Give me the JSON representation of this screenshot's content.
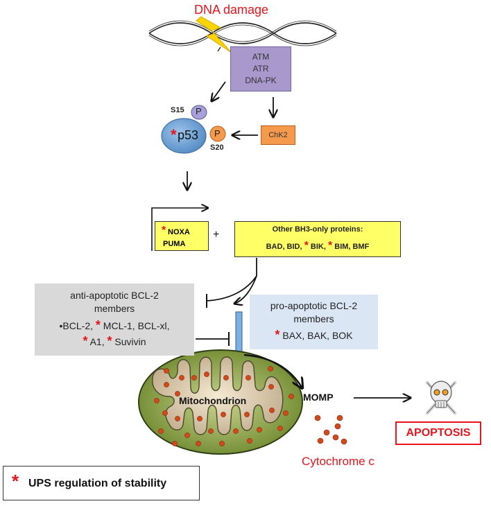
{
  "title": "DNA damage",
  "kinases": [
    "ATM",
    "ATR",
    "DNA-PK"
  ],
  "chk2": "ChK2",
  "p53": {
    "star": "*",
    "label": "p53",
    "phospho_top": "P",
    "phospho_right": "P",
    "site_top": "S15",
    "site_right": "S20"
  },
  "plus": "+",
  "noxa_box": {
    "star": "*",
    "line1": "NOXA",
    "line2": "PUMA"
  },
  "bh3_box": {
    "title": "Other BH3-only proteins:",
    "part1": "BAD, BID, ",
    "star1": "*",
    "part2": " BIK, ",
    "star2": "*",
    "part3": " BIM, BMF"
  },
  "anti_box": {
    "line1": "anti-apoptotic BCL-2",
    "line2": "members",
    "line3_a": "•BCL-2, ",
    "line3_star": "*",
    "line3_b": " MCL-1, BCL-xl,",
    "line4_star1": "*",
    "line4_a": " A1, ",
    "line4_star2": "*",
    "line4_b": " Suvivin"
  },
  "pro_box": {
    "line1": "pro-apoptotic BCL-2",
    "line2": "members",
    "line3_star": "*",
    "line3": " BAX, BAK, BOK"
  },
  "mitochondrion": "Mitochondrion",
  "momp": "MOMP",
  "cytochrome": "Cytochrome c",
  "apoptosis": "APOPTOSIS",
  "legend": {
    "star": "*",
    "text": "UPS regulation of stability"
  },
  "colors": {
    "red": "#e8141b",
    "kinase_fill": "#a898cc",
    "chk2_fill": "#f59a4c",
    "p53_fill": "#6fa8dc",
    "yellow": "#ffff66",
    "anti_fill": "#d9d9d9",
    "pro_fill": "#dbe6f4",
    "mito_fill": "#a5b866",
    "dot_fill": "#d2491c"
  },
  "icons": [
    "lightning-icon",
    "skull-icon",
    "dna-helix-icon"
  ]
}
